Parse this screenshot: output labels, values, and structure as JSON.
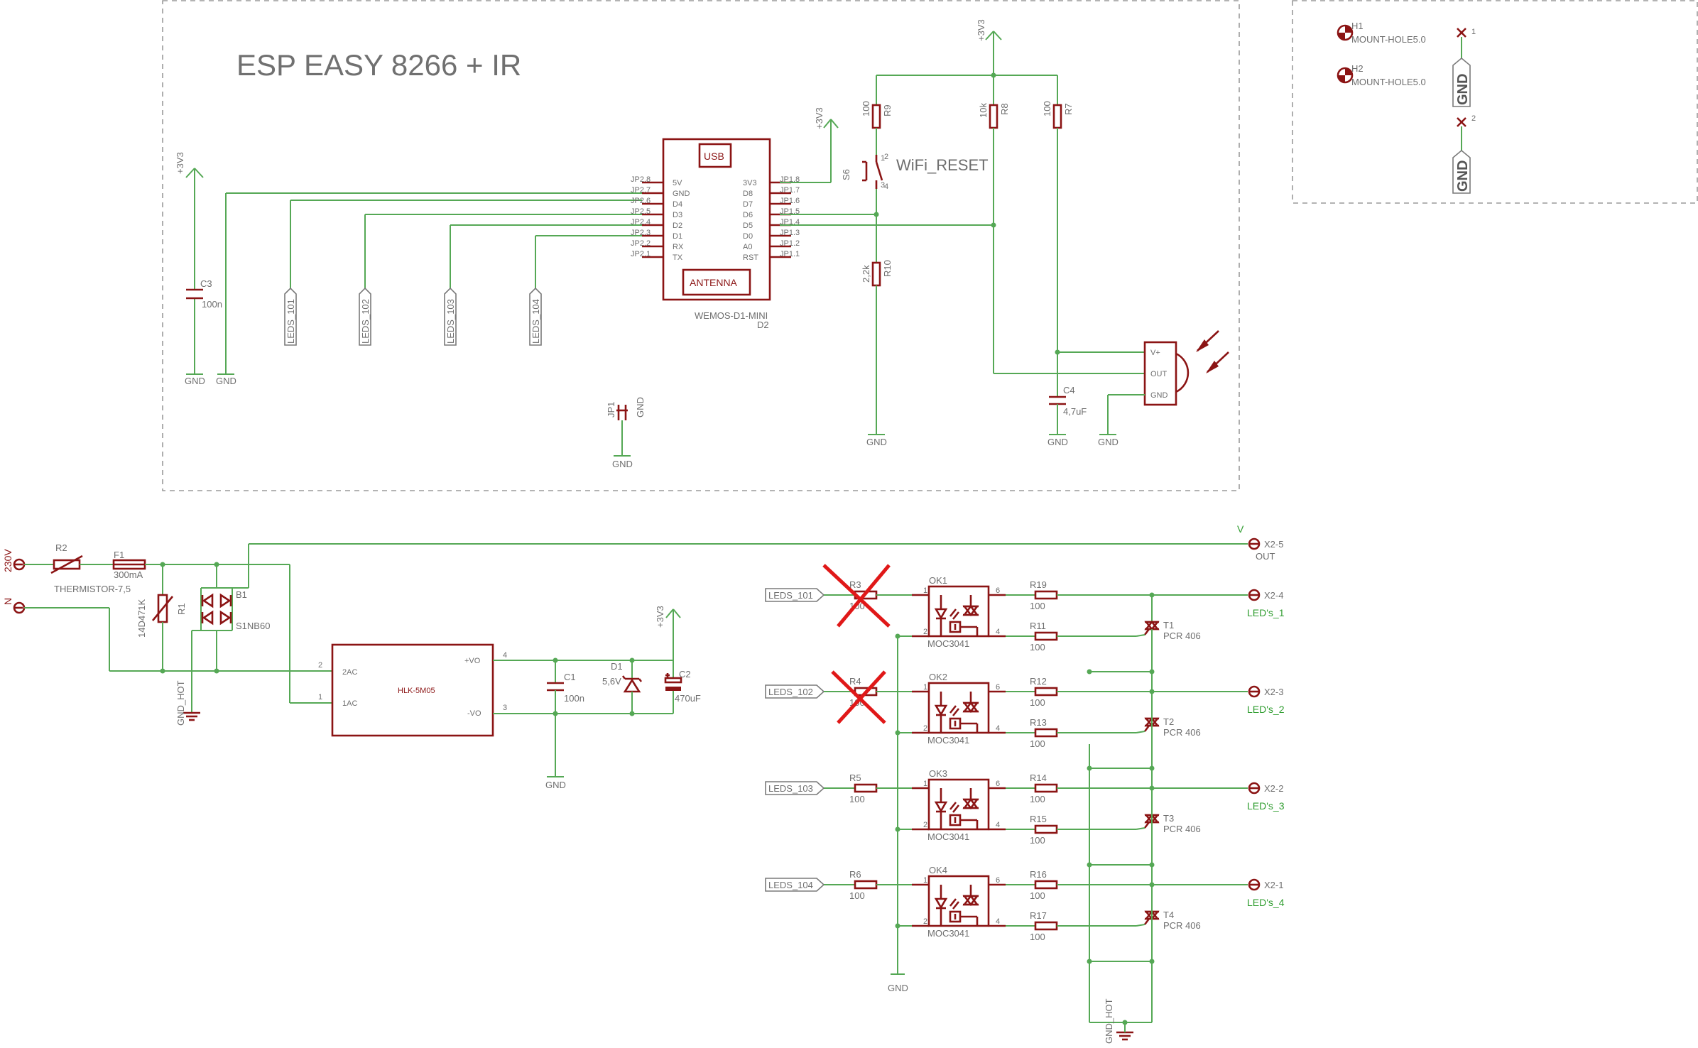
{
  "title": "ESP EASY 8266 + IR",
  "frames": {
    "main": true,
    "aux": true
  },
  "labels": {
    "p3v3": "+3V3",
    "gnd": "GND",
    "gnd_hot": "GND_HOT",
    "v": "V",
    "c3": "C3",
    "c3v": "100n",
    "c1": "C1",
    "c1v": "100n",
    "c2": "C2",
    "c2v": "470uF",
    "c4": "C4",
    "c4v": "4,7uF",
    "d1": "D1",
    "d1v": "5,6V",
    "r9": "R9",
    "r9v": "100",
    "r8": "R8",
    "r8v": "10k",
    "r7": "R7",
    "r7v": "100",
    "r10": "R10",
    "r10v": "2,2k",
    "s6": "S6",
    "wifi_reset": "WiFi_RESET",
    "jp1": "JP1",
    "leds": [
      "LEDS_101",
      "LEDS_102",
      "LEDS_103",
      "LEDS_104"
    ],
    "usb": "USB",
    "antenna": "ANTENNA",
    "wemos": "WEMOS-D1-MINI",
    "d2": "D2",
    "left_pin_names": [
      "5V",
      "GND",
      "D4",
      "D3",
      "D2",
      "D1",
      "RX",
      "TX"
    ],
    "left_pin_ids": [
      "JP2.8",
      "JP2.7",
      "JP2.6",
      "JP2.5",
      "JP2.4",
      "JP2.3",
      "JP2.2",
      "JP2.1"
    ],
    "right_pin_names": [
      "3V3",
      "D8",
      "D7",
      "D6",
      "D5",
      "D0",
      "A0",
      "RST"
    ],
    "right_pin_ids": [
      "JP1.8",
      "JP1.7",
      "JP1.6",
      "JP1.5",
      "JP1.4",
      "JP1.3",
      "JP1.2",
      "JP1.1"
    ],
    "ir_pins": [
      "V+",
      "OUT",
      "GND"
    ],
    "h1": "H1",
    "h2": "H2",
    "mount": "MOUNT-HOLE5.0",
    "pin1": "1",
    "pin2": "2",
    "pin3": "3",
    "pin4": "4",
    "pin6": "6",
    "in230": "230V",
    "n": "N",
    "r2": "R2",
    "thermistor": "THERMISTOR-7,5",
    "f1": "F1",
    "f1v": "300mA",
    "r1": "R1",
    "r1v": "14D471K",
    "b1": "B1",
    "b1v": "S1NB60",
    "hlk": "HLK-5M05",
    "p2ac": "2AC",
    "p1ac": "1AC",
    "vo_p": "+VO",
    "vo_n": "-VO",
    "x2_5": "X2-5",
    "out": "OUT",
    "moc": "MOC3041",
    "pcr": "PCR 406"
  },
  "channels": [
    {
      "rin": "R3",
      "ok": "OK1",
      "ra": "R19",
      "rb": "R11",
      "t": "T1",
      "x": "X2-4",
      "led": "LED's_1",
      "rv": "100"
    },
    {
      "rin": "R4",
      "ok": "OK2",
      "ra": "R12",
      "rb": "R13",
      "t": "T2",
      "x": "X2-3",
      "led": "LED's_2",
      "rv": "100"
    },
    {
      "rin": "R5",
      "ok": "OK3",
      "ra": "R14",
      "rb": "R15",
      "t": "T3",
      "x": "X2-2",
      "led": "LED's_3",
      "rv": "100"
    },
    {
      "rin": "R6",
      "ok": "OK4",
      "ra": "R16",
      "rb": "R17",
      "t": "T4",
      "x": "X2-1",
      "led": "LED's_4",
      "rv": "100"
    }
  ],
  "colors": {
    "wire": "#55a855",
    "part": "#8b1414",
    "text": "#6e6e6e",
    "net": "#2f9d2f",
    "cross": "#e01818"
  }
}
